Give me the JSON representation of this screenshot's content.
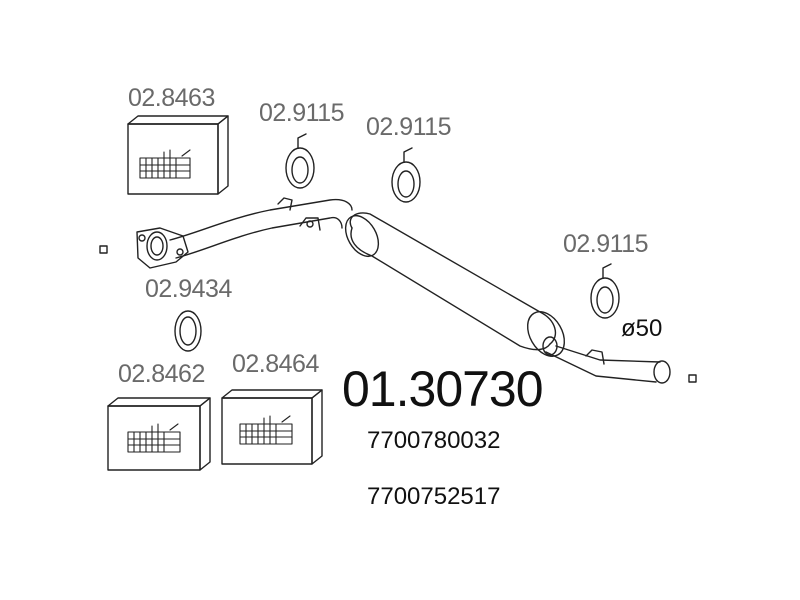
{
  "colors": {
    "line": "#222222",
    "label": "#6a6a6a",
    "text": "#111111"
  },
  "main_part_number": "01.30730",
  "oem_numbers": [
    "7700780032",
    "7700752517"
  ],
  "pipe_diameter_label": "ø50",
  "parts": {
    "kit_top": {
      "code": "02.8463",
      "icon": "mounting-kit-icon"
    },
    "clamp_1": {
      "code": "02.9115",
      "icon": "rubber-hanger-icon"
    },
    "clamp_2": {
      "code": "02.9115",
      "icon": "rubber-hanger-icon"
    },
    "clamp_3": {
      "code": "02.9115",
      "icon": "rubber-hanger-icon"
    },
    "gasket": {
      "code": "02.9434",
      "icon": "gasket-ring-icon"
    },
    "kit_bottom_left": {
      "code": "02.8462",
      "icon": "mounting-kit-icon"
    },
    "kit_bottom_right": {
      "code": "02.8464",
      "icon": "mounting-kit-icon"
    }
  }
}
